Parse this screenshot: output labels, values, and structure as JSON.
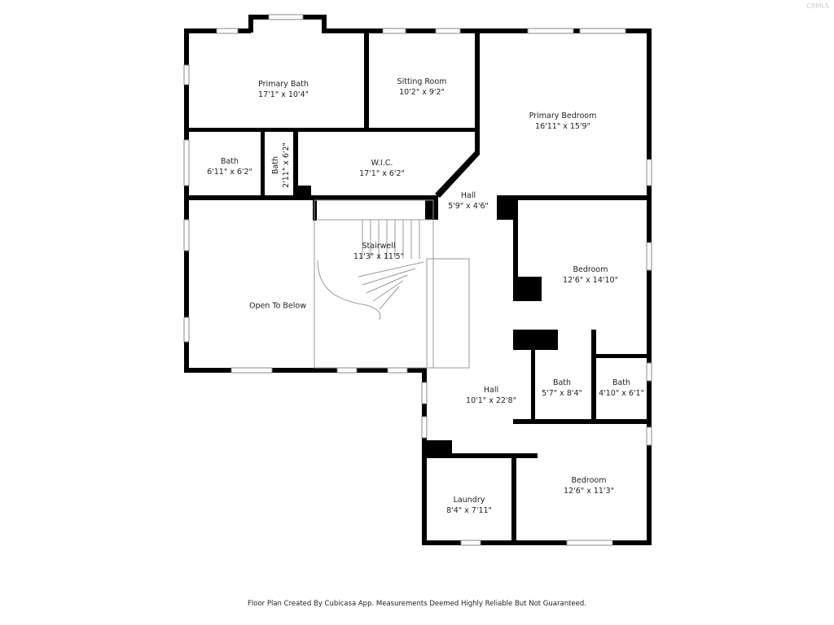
{
  "rooms": [
    {
      "name": "Primary Bath",
      "size": "17'1\" x 10'4\""
    },
    {
      "name": "Sitting Room",
      "size": "10'2\" x 9'2\""
    },
    {
      "name": "Primary Bedroom",
      "size": "16'11\" x 15'9\""
    },
    {
      "name": "Bath",
      "size": "6'11\" x 6'2\""
    },
    {
      "name": "Bath",
      "size": "2'11\" x 6'2\""
    },
    {
      "name": "W.I.C.",
      "size": "17'1\" x 6'2\""
    },
    {
      "name": "Hall",
      "size": "5'9\" x 4'6\""
    },
    {
      "name": "Stairwell",
      "size": "11'3\" x 11'5\""
    },
    {
      "name": "Open To Below",
      "size": ""
    },
    {
      "name": "Bedroom",
      "size": "12'6\" x 14'10\""
    },
    {
      "name": "Hall",
      "size": "10'1\" x 22'8\""
    },
    {
      "name": "Bath",
      "size": "5'7\" x 8'4\""
    },
    {
      "name": "Bath",
      "size": "4'10\" x 6'1\""
    },
    {
      "name": "Laundry",
      "size": "8'4\" x 7'11\""
    },
    {
      "name": "Bedroom",
      "size": "12'6\" x 11'3\""
    }
  ],
  "footer": "Floor Plan Created By Cubicasa App. Measurements Deemed Highly Reliable But Not Guaranteed.",
  "watermark": "CRMLS",
  "colors": {
    "wall": "#000000",
    "background": "#ffffff",
    "window": "#ffffff"
  }
}
